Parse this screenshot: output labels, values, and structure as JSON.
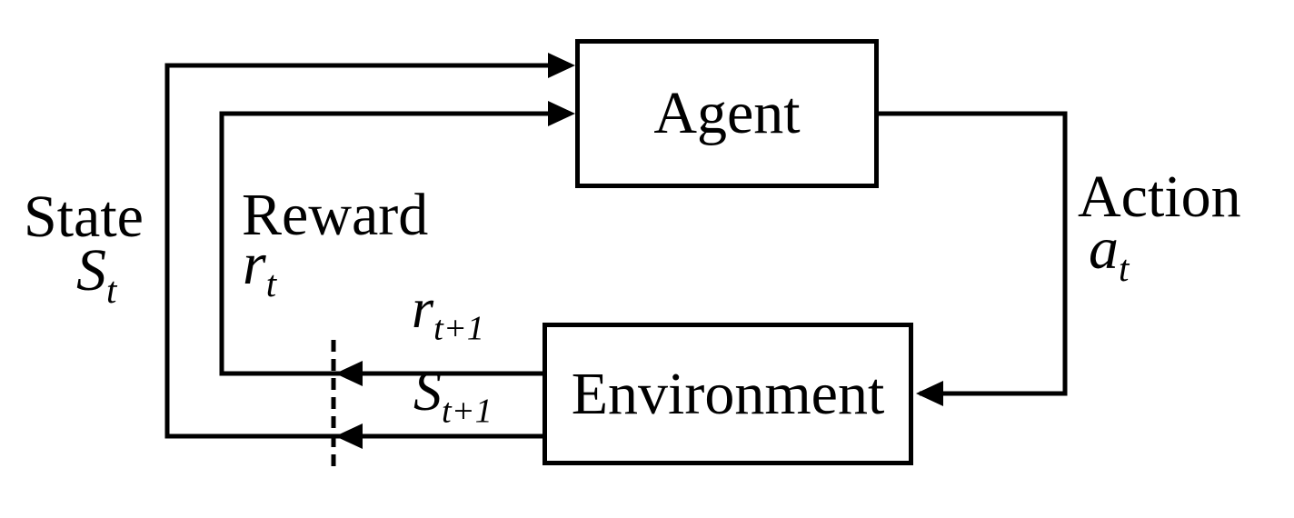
{
  "diagram": {
    "nodes": {
      "agent": {
        "label": "Agent"
      },
      "environment": {
        "label": "Environment"
      }
    },
    "labels": {
      "state": {
        "word": "State",
        "base": "S",
        "sub": "t"
      },
      "reward": {
        "word": "Reward",
        "base": "r",
        "sub": "t"
      },
      "action": {
        "word": "Action",
        "base": "a",
        "sub": "t"
      },
      "reward_next": {
        "base": "r",
        "sub": "t+1"
      },
      "state_next": {
        "base": "S",
        "sub": "t+1"
      }
    },
    "colors": {
      "line": "#000000",
      "background": "#ffffff"
    }
  }
}
